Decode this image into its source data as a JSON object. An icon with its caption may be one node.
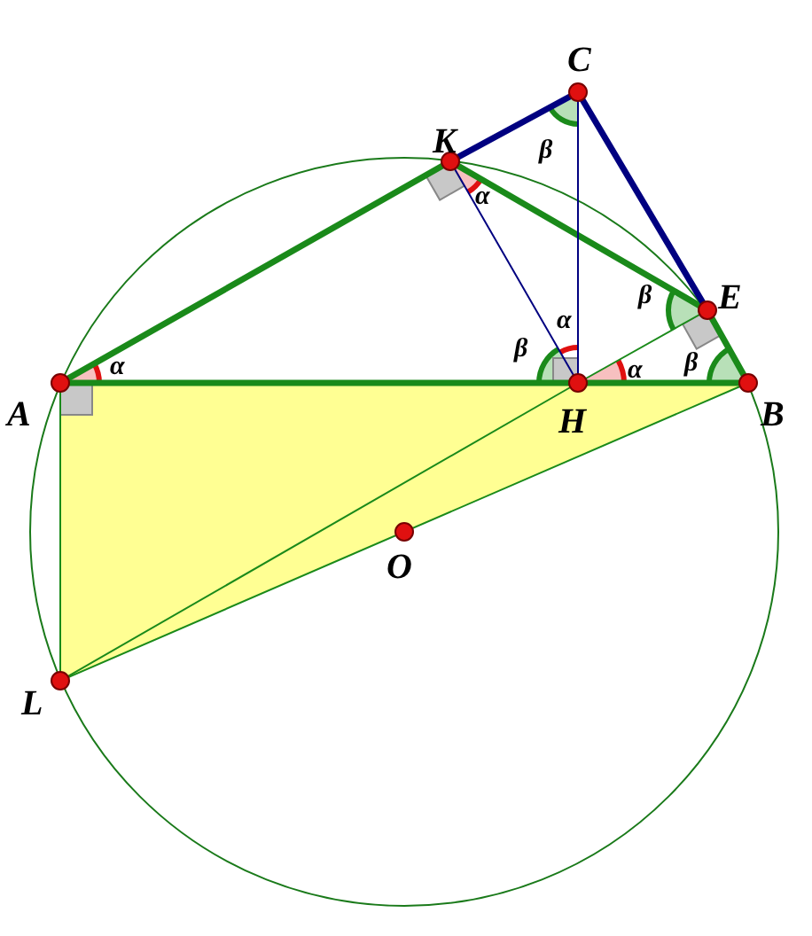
{
  "diagram": {
    "labels": [
      "C",
      "K",
      "β",
      "α",
      "E",
      "β",
      "α",
      "β",
      "β",
      "α",
      "α",
      "A",
      "B",
      "H",
      "O",
      "L"
    ]
  }
}
